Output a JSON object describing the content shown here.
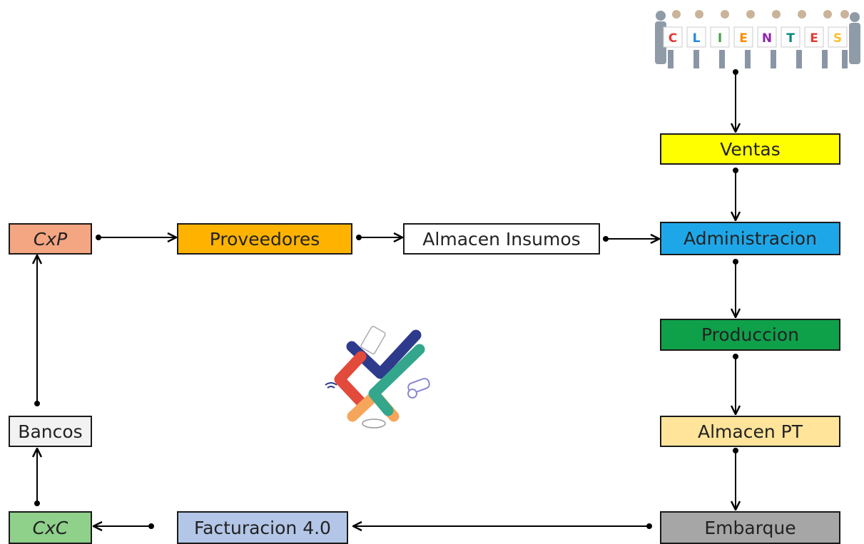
{
  "nodes": {
    "cxp": {
      "label": "CxP",
      "color": "#F4A582"
    },
    "proveedores": {
      "label": "Proveedores",
      "color": "#FFB300"
    },
    "almacen_insumos": {
      "label": "Almacen Insumos",
      "color": "#FFFFFF"
    },
    "administracion": {
      "label": "Administracion",
      "color": "#1EA7E8"
    },
    "ventas": {
      "label": "Ventas",
      "color": "#FFFF00"
    },
    "produccion": {
      "label": "Produccion",
      "color": "#0FA04A"
    },
    "almacen_pt": {
      "label": "Almacen PT",
      "color": "#FFE49A"
    },
    "embarque": {
      "label": "Embarque",
      "color": "#A6A6A6"
    },
    "facturacion": {
      "label": "Facturacion 4.0",
      "color": "#B3C6E7"
    },
    "cxc": {
      "label": "CxC",
      "color": "#8FD08A"
    },
    "bancos": {
      "label": "Bancos",
      "color": "#F2F2F2"
    }
  },
  "clients_banner": {
    "letters": [
      "C",
      "L",
      "I",
      "E",
      "N",
      "T",
      "E",
      "S"
    ],
    "letter_colors": [
      "#E53935",
      "#1E88E5",
      "#43A047",
      "#FB8C00",
      "#8E24AA",
      "#00897B",
      "#E53935",
      "#FBC02D"
    ],
    "icon": "people-holding-letters-image"
  },
  "center_logo": {
    "icon": "connected-devices-logo",
    "colors": [
      "#2E3A8C",
      "#E24A3B",
      "#F5A65B",
      "#33A68C"
    ]
  }
}
